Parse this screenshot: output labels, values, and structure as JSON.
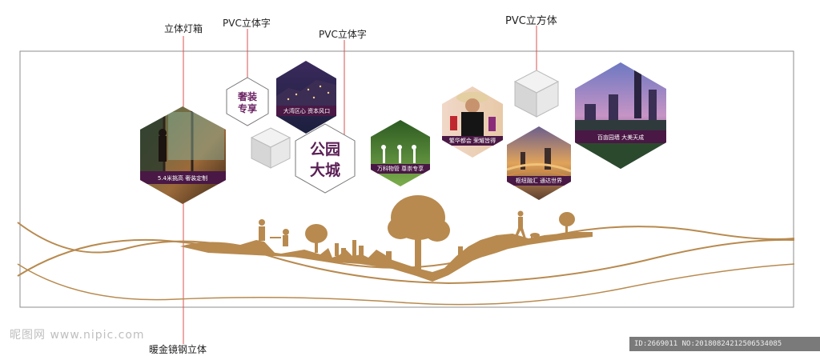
{
  "callouts": {
    "lightbox": "立体灯箱",
    "pvc_text_1": "PVC立体字",
    "pvc_text_2": "PVC立体字",
    "pvc_cube": "PVC立方体",
    "bottom": "暖金镜钢立体"
  },
  "hex_captions": {
    "balcony": "5.4米挑高  奢装定制",
    "night_city": "大湾区心  资本风口",
    "trees": "万科物管  尊崇专享",
    "shopping": "繁华都会  荣耀皆得",
    "highway": "枢纽融汇  通达世界",
    "skyline": "百亩园墙  大美天成"
  },
  "hex_text": {
    "luxury_line1": "奢装",
    "luxury_line2": "专享",
    "park_line1": "公园",
    "park_line2": "大城"
  },
  "watermark": {
    "site": "昵图网 www.nipic.com",
    "id": "ID:2669011 NO:20180824212506534085"
  },
  "colors": {
    "bronze": "#b88a4f",
    "caption_bar": "#4a1845",
    "callout_line": "#d9534f",
    "frame": "#8c8c8c"
  }
}
